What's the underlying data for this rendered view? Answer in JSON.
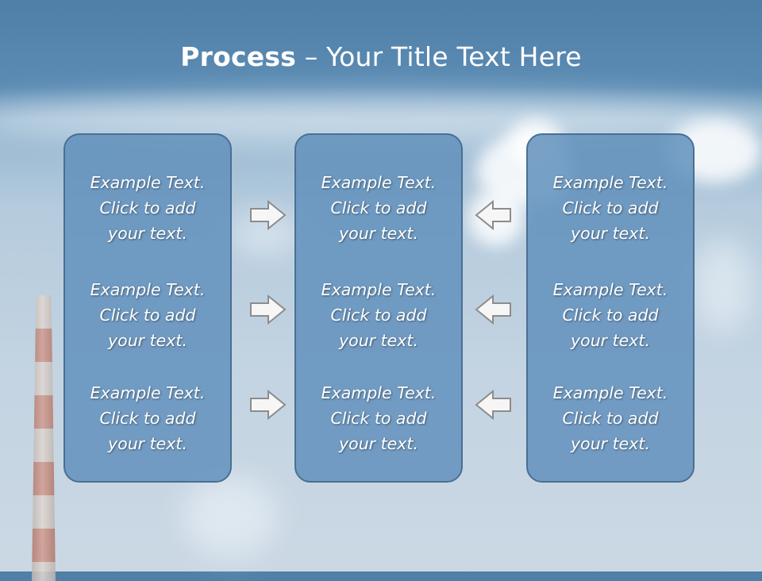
{
  "slide": {
    "title_bold": "Process",
    "title_rest": " – Your Title Text Here"
  },
  "columns": [
    {
      "items": [
        {
          "line1": "Example Text.",
          "line2": "Click  to add",
          "line3": "your text."
        },
        {
          "line1": "Example Text.",
          "line2": "Click  to add",
          "line3": "your text."
        },
        {
          "line1": "Example Text.",
          "line2": "Click  to add",
          "line3": "your text."
        }
      ]
    },
    {
      "items": [
        {
          "line1": "Example Text.",
          "line2": "Click  to add",
          "line3": "your text."
        },
        {
          "line1": "Example Text.",
          "line2": "Click  to add",
          "line3": "your text."
        },
        {
          "line1": "Example Text.",
          "line2": "Click  to add",
          "line3": "your text."
        }
      ]
    },
    {
      "items": [
        {
          "line1": "Example Text.",
          "line2": "Click  to add",
          "line3": "your text."
        },
        {
          "line1": "Example Text.",
          "line2": "Click  to add",
          "line3": "your text."
        },
        {
          "line1": "Example Text.",
          "line2": "Click  to add",
          "line3": "your text."
        }
      ]
    }
  ],
  "arrows": {
    "left_group": "right-arrow-icon",
    "right_group": "left-arrow-icon"
  }
}
